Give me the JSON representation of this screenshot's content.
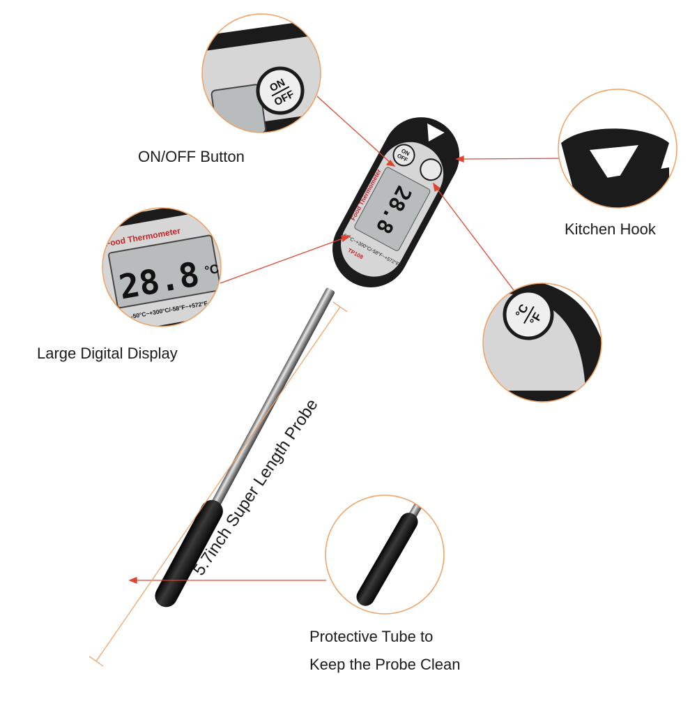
{
  "labels": {
    "on_off": "ON/OFF Button",
    "kitchen_hook": "Kitchen Hook",
    "display": "Large Digital Display",
    "probe": "5.7inch Super Length Probe",
    "tube_line1": "Protective Tube to",
    "tube_line2": "Keep the Probe Clean"
  },
  "device": {
    "brand_label": "Food Thermometer",
    "model": "TP108",
    "reading": "28.8",
    "unit": "°C",
    "button_on": "ON",
    "button_off": "OFF",
    "unit_button_c": "°C",
    "unit_button_f": "°F",
    "range": "-50°C~+300°C/-58°F~+572°F"
  },
  "colors": {
    "accent_ring": "#f0a060",
    "callout_line": "#e0452f",
    "body": "#1b1b1b",
    "panel": "#d6d6d6",
    "lcd": "#b9bcbc",
    "brand_red": "#c0282c"
  }
}
